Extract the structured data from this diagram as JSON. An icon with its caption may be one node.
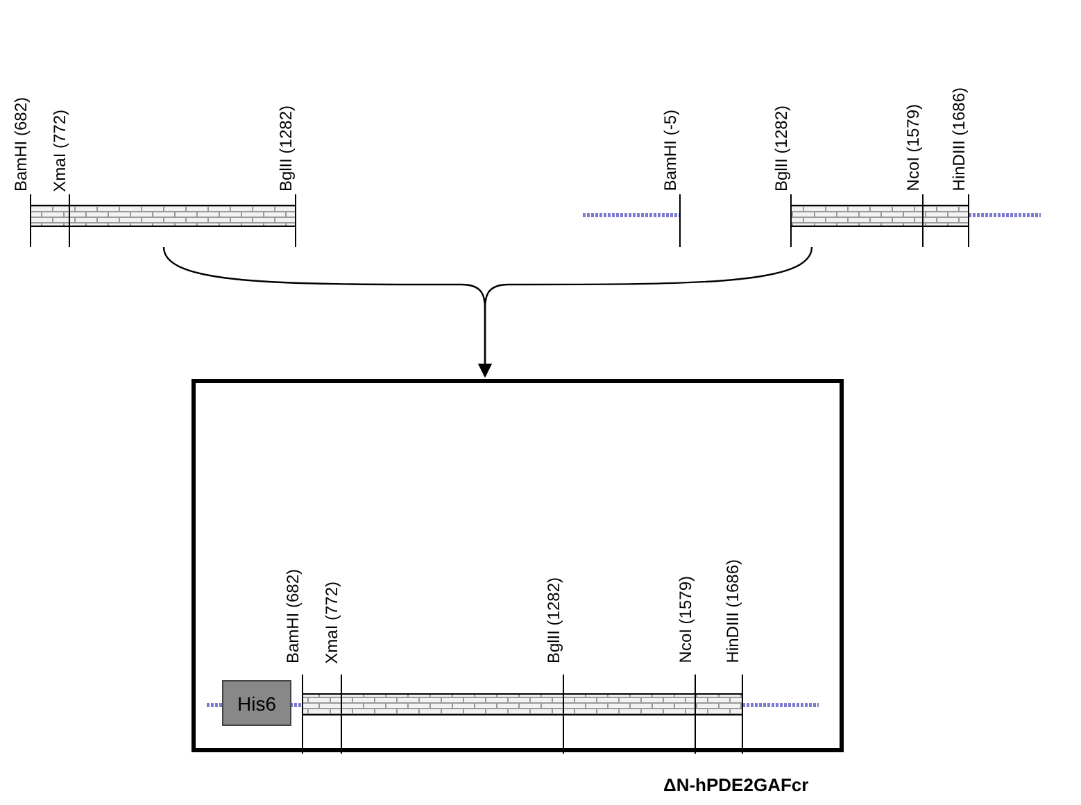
{
  "diagram": {
    "nodes": [
      {
        "text": [],
        "shape": "bar"
      },
      {
        "text": [],
        "shape": "bar"
      },
      {
        "text": [],
        "shape": "box",
        "beside": [
          "ΔN-hPDE2GAFcr"
        ]
      },
      {
        "text": [
          "His6"
        ],
        "in": 2
      },
      {
        "text": [],
        "shape": "bar",
        "in": 2
      }
    ],
    "edges": [
      {
        "from": 0,
        "to": 2,
        "arrow": "to"
      },
      {
        "from": 1,
        "to": 2,
        "arrow": "to"
      }
    ],
    "labels": [
      "BamHI (682)",
      "XmaI (772)",
      "BglII (1282)",
      "BamHI (-5)",
      "BglII (1282)",
      "NcoI (1579)",
      "HinDIII (1686)",
      "BamHI (682)",
      "XmaI (772)",
      "BglII (1282)",
      "NcoI (1579)",
      "HinDIII (1686)"
    ]
  }
}
